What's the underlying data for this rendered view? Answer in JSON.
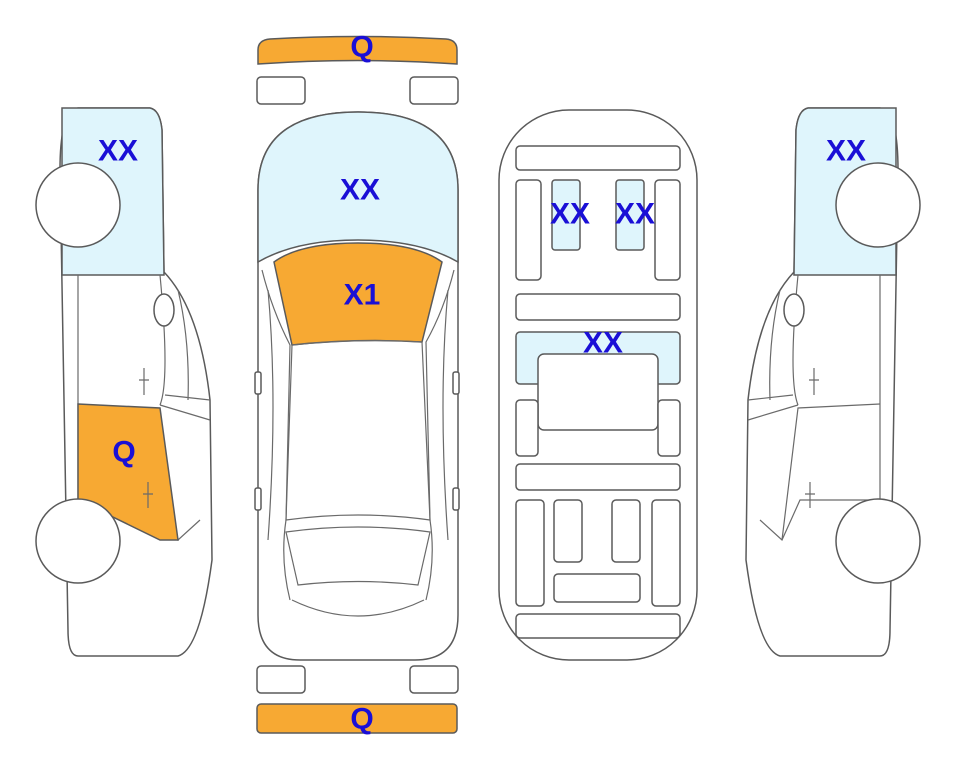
{
  "colors": {
    "damage_orange": "#F7A933",
    "glass_blue": "#DFF5FC",
    "outline": "#5A5A5A",
    "label_blue": "#1A0FD6",
    "background": "#FFFFFF"
  },
  "labels": {
    "front_bumper": "Q",
    "rear_bumper": "Q",
    "left_rear_window": "XX",
    "left_rear_door": "Q",
    "top_windshield": "XX",
    "top_hood": "X1",
    "interior_seat_left": "XX",
    "interior_seat_right": "XX",
    "interior_row": "XX",
    "right_rear_window": "XX"
  }
}
